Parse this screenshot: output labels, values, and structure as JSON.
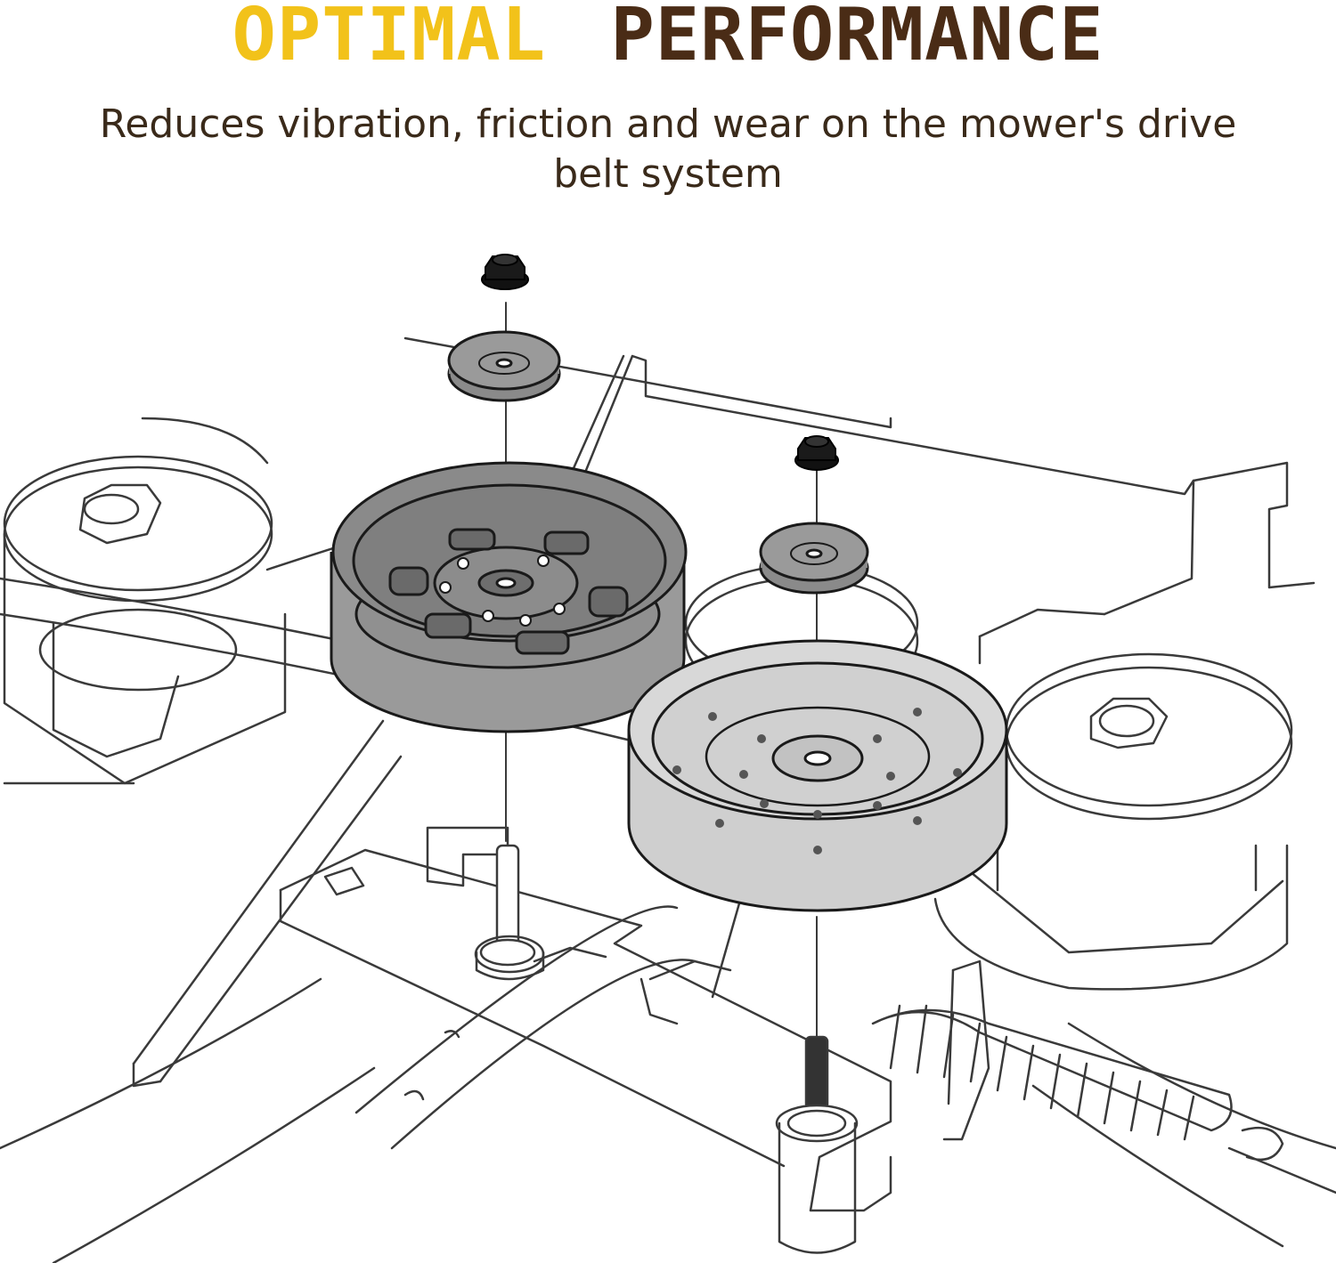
{
  "header": {
    "title_word_1": "OPTIMAL",
    "title_word_2": "PERFORMANCE",
    "subtitle": "Reduces vibration, friction and wear on the mower's drive belt system"
  },
  "colors": {
    "title_accent": "#f2c21a",
    "title_main": "#4a2c16",
    "subtitle_text": "#3a2a1a",
    "line_art": "#3a3a3a",
    "highlight_fill": "#8a8a8a",
    "highlight_fill_light": "#d4d4d4",
    "hardware_black": "#1a1a1a"
  },
  "diagram": {
    "components": [
      "left-idler-pulley",
      "right-idler-pulley",
      "left-nut",
      "right-nut",
      "left-washer",
      "right-washer",
      "left-shaft",
      "right-shaft",
      "left-spindle-pulley",
      "right-spindle-pulley",
      "tension-spring",
      "bracket-arm",
      "drive-belt"
    ]
  }
}
